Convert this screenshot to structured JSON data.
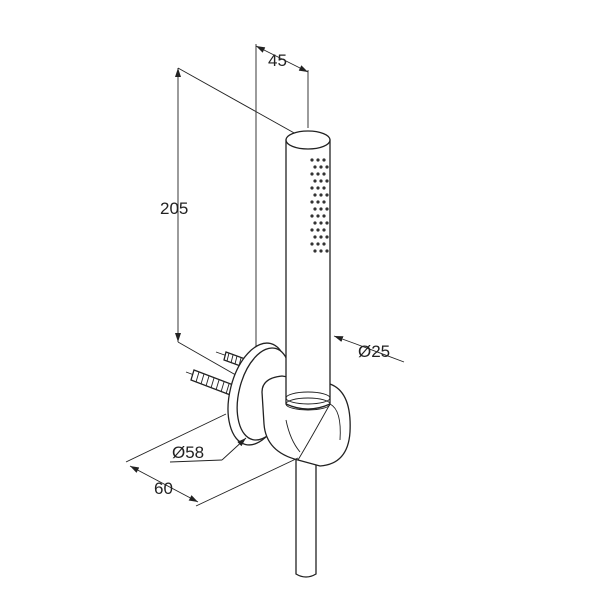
{
  "dimensions": {
    "top_width": "45",
    "height": "205",
    "handle_diameter": "Ø25",
    "flange_diameter": "Ø58",
    "projection": "60"
  },
  "nozzle_grid": {
    "columns": 3,
    "rows": 14
  }
}
